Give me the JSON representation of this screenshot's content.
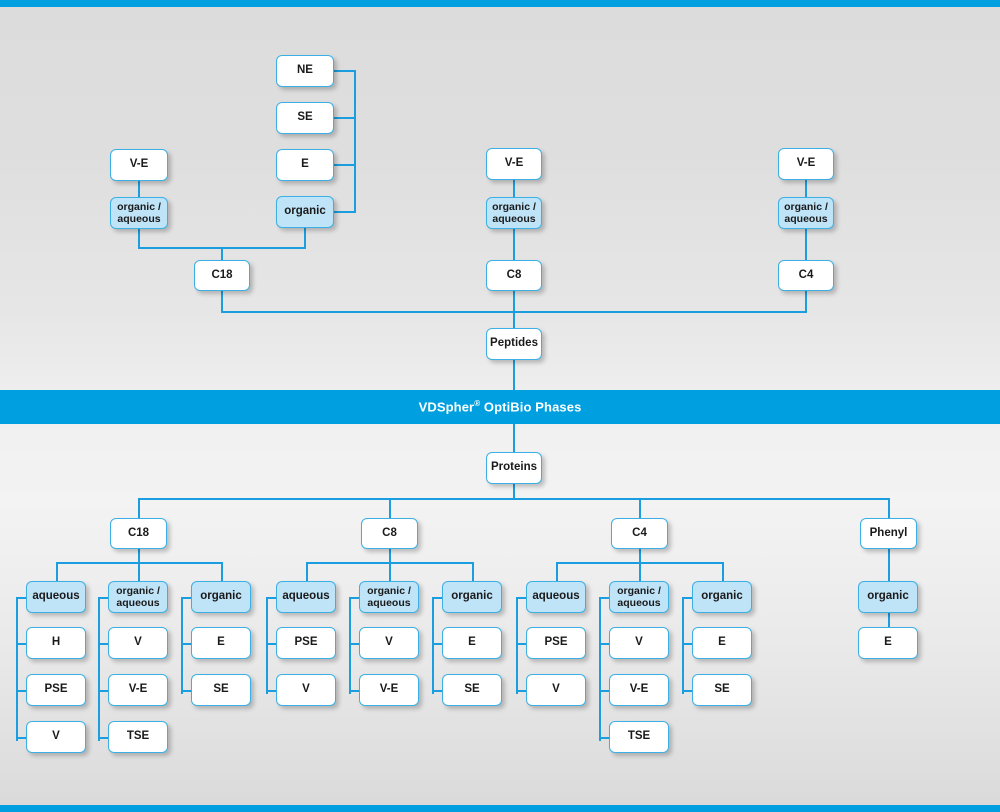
{
  "banner": {
    "text_main": "VDSpher",
    "reg": "®",
    "text_tail": " OptiBio Phases"
  },
  "peptides": {
    "root_label": "Peptides",
    "columns": [
      {
        "chain_label": "C18",
        "ve_label": "V-E",
        "mix_label": "organic / aqueous",
        "organic_label": "organic",
        "organic_children": [
          "NE",
          "SE",
          "E"
        ]
      },
      {
        "chain_label": "C8",
        "ve_label": "V-E",
        "mix_label": "organic / aqueous"
      },
      {
        "chain_label": "C4",
        "ve_label": "V-E",
        "mix_label": "organic / aqueous"
      }
    ]
  },
  "proteins": {
    "root_label": "Proteins",
    "groups": [
      {
        "chain_label": "C18",
        "categories": [
          {
            "label": "aqueous",
            "items": [
              "H",
              "PSE",
              "V"
            ]
          },
          {
            "label": "organic / aqueous",
            "items": [
              "V",
              "V-E",
              "TSE"
            ]
          },
          {
            "label": "organic",
            "items": [
              "E",
              "SE"
            ]
          }
        ]
      },
      {
        "chain_label": "C8",
        "categories": [
          {
            "label": "aqueous",
            "items": [
              "PSE",
              "V"
            ]
          },
          {
            "label": "organic / aqueous",
            "items": [
              "V",
              "V-E"
            ]
          },
          {
            "label": "organic",
            "items": [
              "E",
              "SE"
            ]
          }
        ]
      },
      {
        "chain_label": "C4",
        "categories": [
          {
            "label": "aqueous",
            "items": [
              "PSE",
              "V"
            ]
          },
          {
            "label": "organic / aqueous",
            "items": [
              "V",
              "V-E",
              "TSE"
            ]
          },
          {
            "label": "organic",
            "items": [
              "E",
              "SE"
            ]
          }
        ]
      },
      {
        "chain_label": "Phenyl",
        "categories": [
          {
            "label": "organic",
            "items": [
              "E"
            ]
          }
        ]
      }
    ]
  },
  "colors": {
    "accent": "#00a0e0",
    "line": "#1b9ee0",
    "node_border": "#3cb0e5",
    "node_fill": "#bfe3f7",
    "node_bg": "#ffffff",
    "banner_text": "#ffffff"
  }
}
